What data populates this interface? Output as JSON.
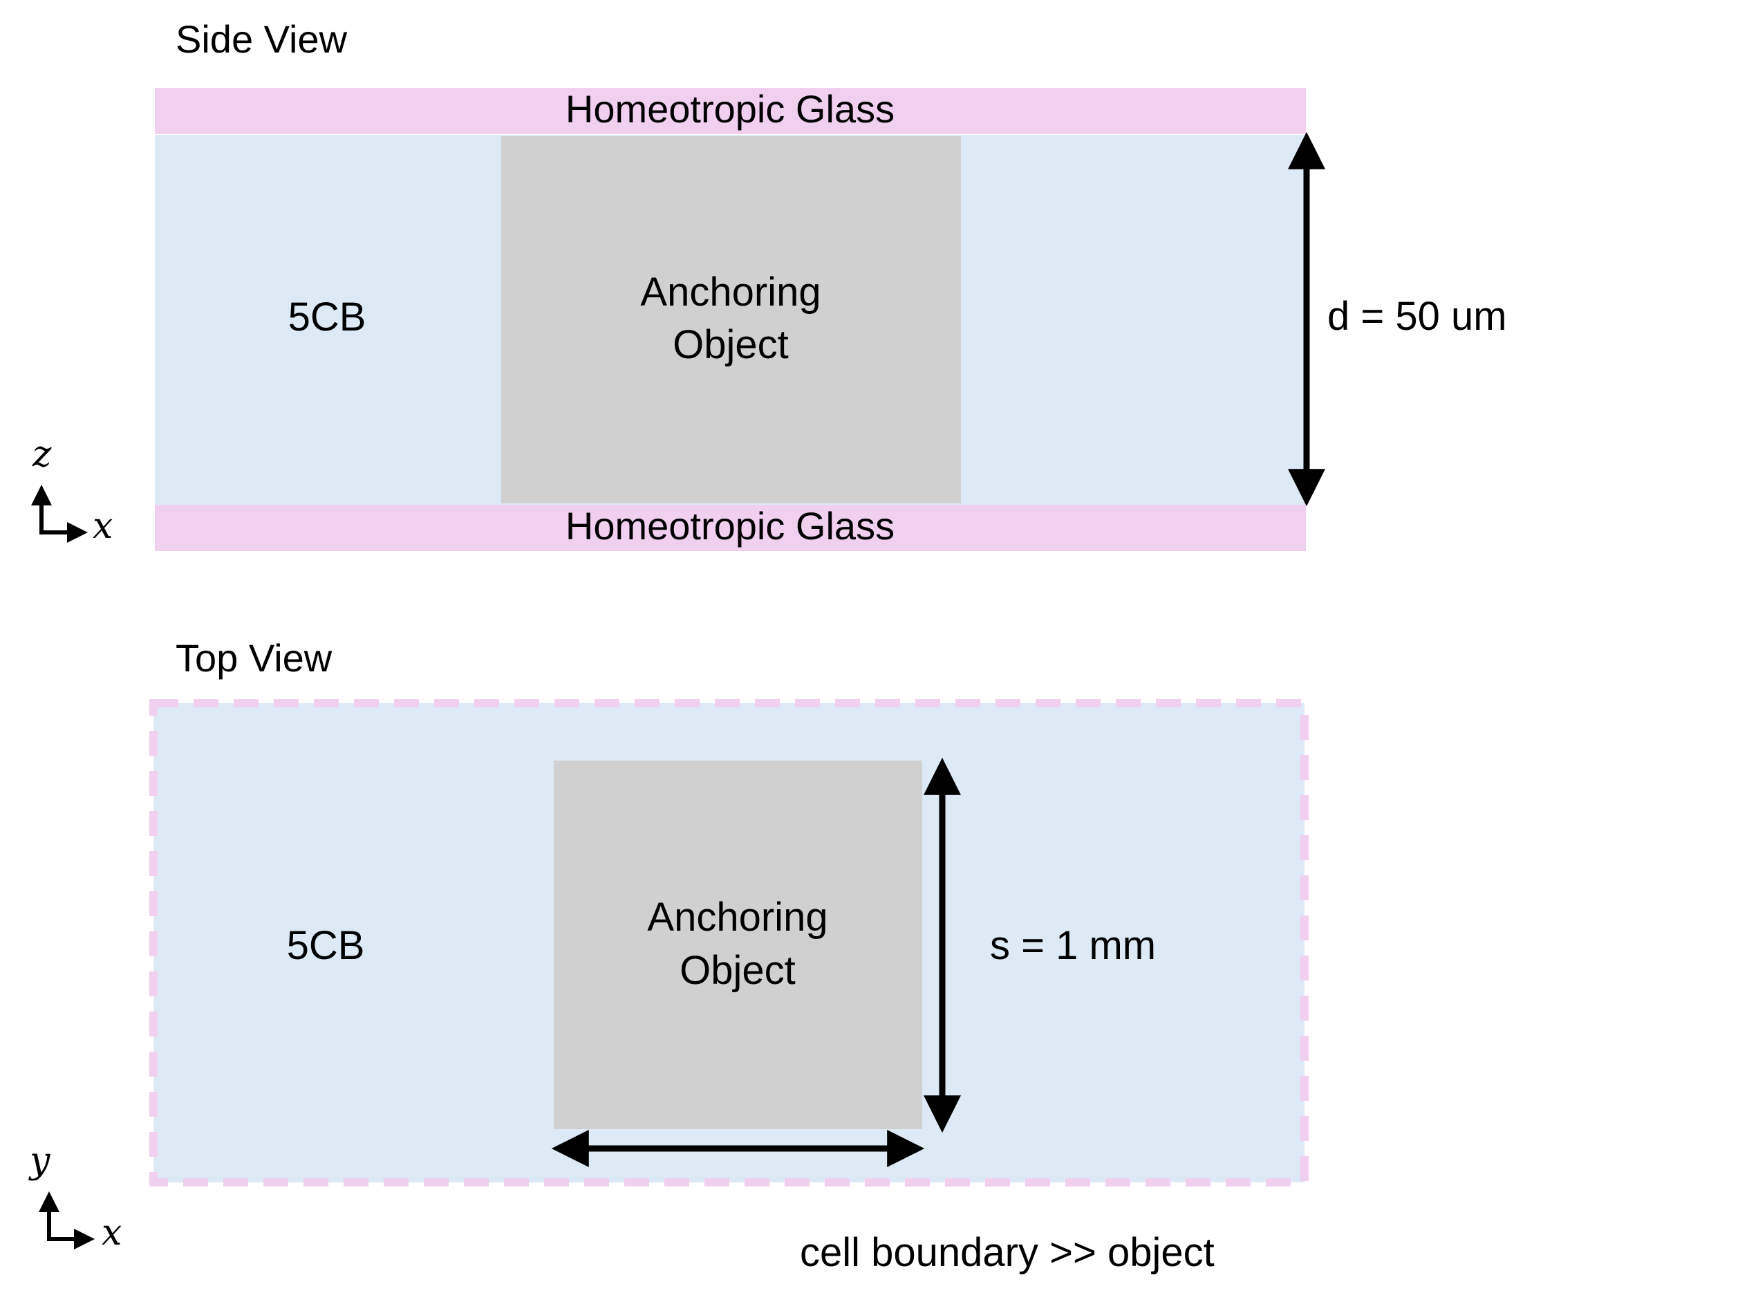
{
  "colors": {
    "glass": "#f1cfef",
    "liquid_crystal": "#dde9f5",
    "object": "#d0d0d0",
    "arrow": "#000000",
    "dash_border": "#f1cfef"
  },
  "side_view": {
    "title": "Side View",
    "top_glass_label": "Homeotropic Glass",
    "bottom_glass_label": "Homeotropic Glass",
    "medium_label": "5CB",
    "object_label_line1": "Anchoring",
    "object_label_line2": "Object",
    "thickness_label": "d = 50 um",
    "axis_vertical": "z",
    "axis_horizontal": "x"
  },
  "top_view": {
    "title": "Top View",
    "medium_label": "5CB",
    "object_label_line1": "Anchoring",
    "object_label_line2": "Object",
    "size_label": "s = 1 mm",
    "boundary_note": "cell boundary >> object",
    "axis_vertical": "y",
    "axis_horizontal": "x"
  }
}
